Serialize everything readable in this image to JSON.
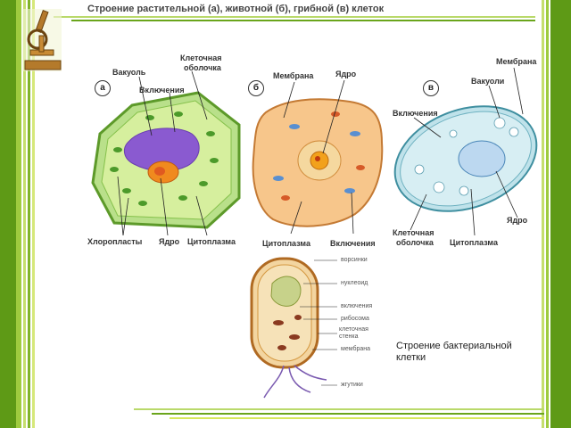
{
  "title": "Строение растительной (а), животной (б), грибной (в) клеток",
  "colors": {
    "green_dark": "#6aa51b",
    "green_light": "#b9d96a",
    "yellow_green": "#d7e85a"
  },
  "cells": {
    "plant": {
      "marker": "а",
      "labels": {
        "vacuole": "Вакуоль",
        "inclusions": "Включения",
        "wall_1": "Клеточная",
        "wall_2": "оболочка",
        "chloroplasts": "Хлоропласты",
        "nucleus": "Ядро",
        "cytoplasm": "Цитоплазма"
      }
    },
    "animal": {
      "marker": "б",
      "labels": {
        "membrane": "Мембрана",
        "nucleus": "Ядро",
        "cytoplasm": "Цитоплазма",
        "inclusions": "Включения"
      }
    },
    "fungal": {
      "marker": "в",
      "labels": {
        "membrane": "Мембрана",
        "vacuoles": "Вакуоли",
        "inclusions": "Включения",
        "wall_1": "Клеточная",
        "wall_2": "оболочка",
        "cytoplasm": "Цитоплазма",
        "nucleus": "Ядро"
      }
    }
  },
  "bacterium": {
    "labels": [
      "ворсинки",
      "нуклеоид",
      "включения",
      "рибосома",
      "клеточная",
      "стенка",
      "мембрана",
      "жгутики"
    ],
    "caption": "Строение бактериальной клетки"
  }
}
